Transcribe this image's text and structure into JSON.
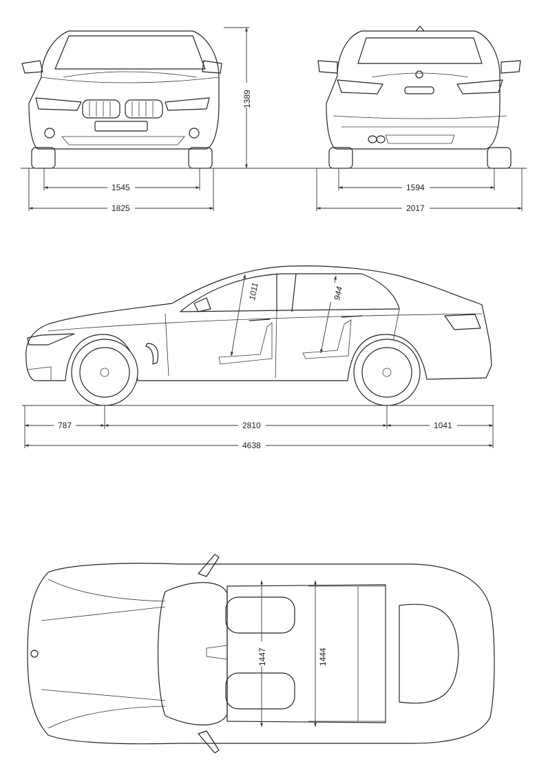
{
  "dimensions": {
    "height": "1389",
    "front_track": "1545",
    "front_width": "1825",
    "rear_track": "1594",
    "rear_width_mirrors": "2017",
    "front_headroom": "1011",
    "rear_headroom": "944",
    "front_overhang": "787",
    "wheelbase": "2810",
    "rear_overhang": "1041",
    "length": "4638",
    "front_shoulder": "1447",
    "rear_shoulder": "1444"
  },
  "views": [
    "front-view",
    "rear-view",
    "side-view",
    "top-view"
  ]
}
